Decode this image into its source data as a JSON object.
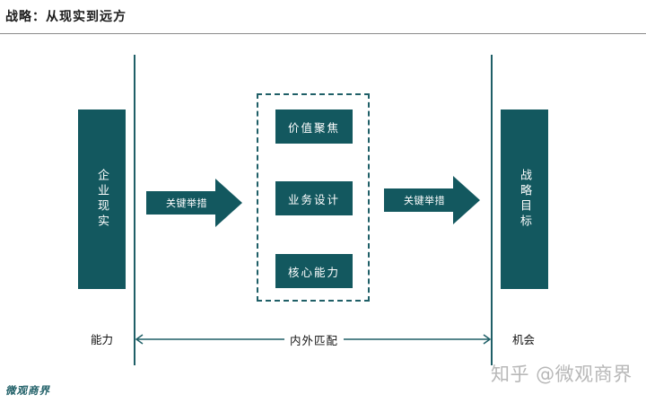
{
  "title": "战略：从现实到远方",
  "left_box": "企业现实",
  "right_box": "战略目标",
  "arrow_left_label": "关键举措",
  "arrow_right_label": "关键举措",
  "inner_boxes": [
    "价值聚焦",
    "业务设计",
    "核心能力"
  ],
  "bottom_left_label": "能力",
  "bottom_right_label": "机会",
  "bottom_center_label": "内外匹配",
  "brand": "微观商界",
  "watermark": "知乎 @微观商界",
  "colors": {
    "primary": "#13585f",
    "line": "#1f5f67",
    "watermark": "#b8b8b8"
  }
}
